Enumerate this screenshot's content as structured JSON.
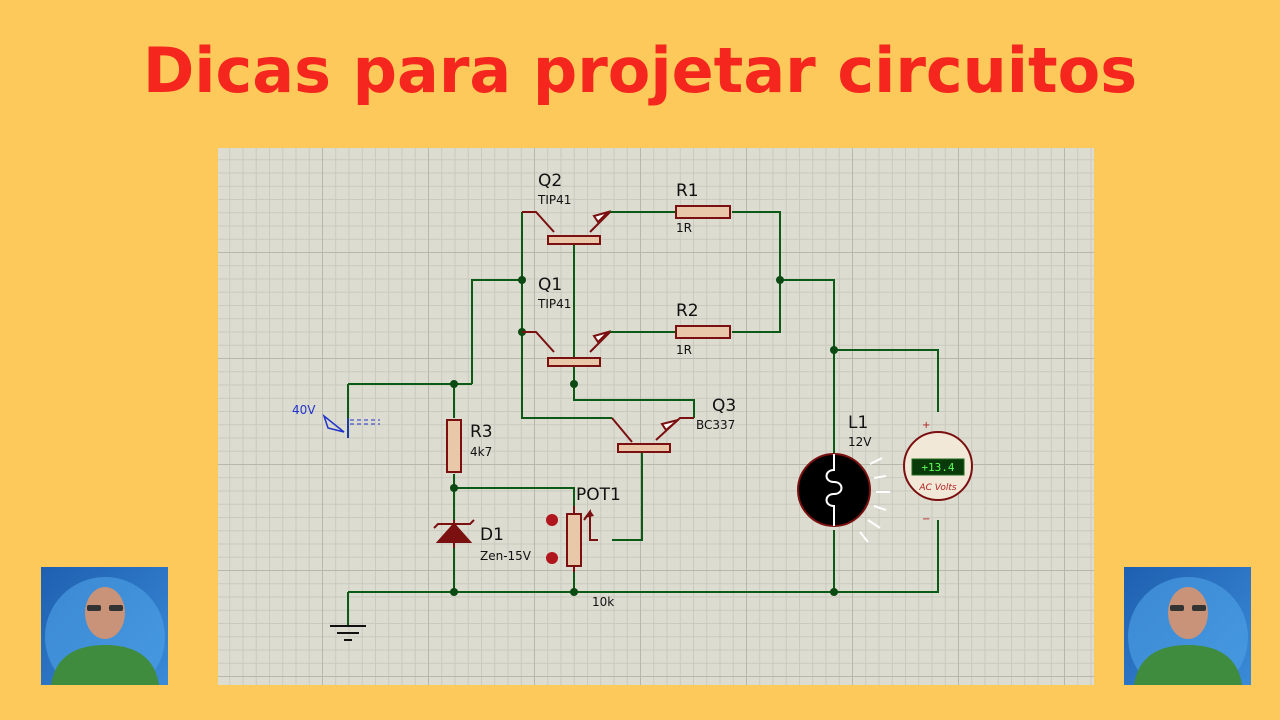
{
  "title": "Dicas para projetar circuitos",
  "components": {
    "q2": {
      "ref": "Q2",
      "value": "TIP41"
    },
    "q1": {
      "ref": "Q1",
      "value": "TIP41"
    },
    "q3": {
      "ref": "Q3",
      "value": "BC337"
    },
    "r1": {
      "ref": "R1",
      "value": "1R"
    },
    "r2": {
      "ref": "R2",
      "value": "1R"
    },
    "r3": {
      "ref": "R3",
      "value": "4k7"
    },
    "d1": {
      "ref": "D1",
      "value": "Zen-15V"
    },
    "pot1": {
      "ref": "POT1",
      "value": "10k"
    },
    "l1": {
      "ref": "L1",
      "value": "12V"
    },
    "source": {
      "value": "40V"
    },
    "voltmeter": {
      "reading": "+13.4",
      "mode": "AC Volts",
      "plus": "+",
      "minus": "−"
    }
  },
  "colors": {
    "background": "#FDC95A",
    "title": "#F4261E",
    "wire": "#0B5A16",
    "component": "#7A1010",
    "grid": "#DCDCD0"
  }
}
